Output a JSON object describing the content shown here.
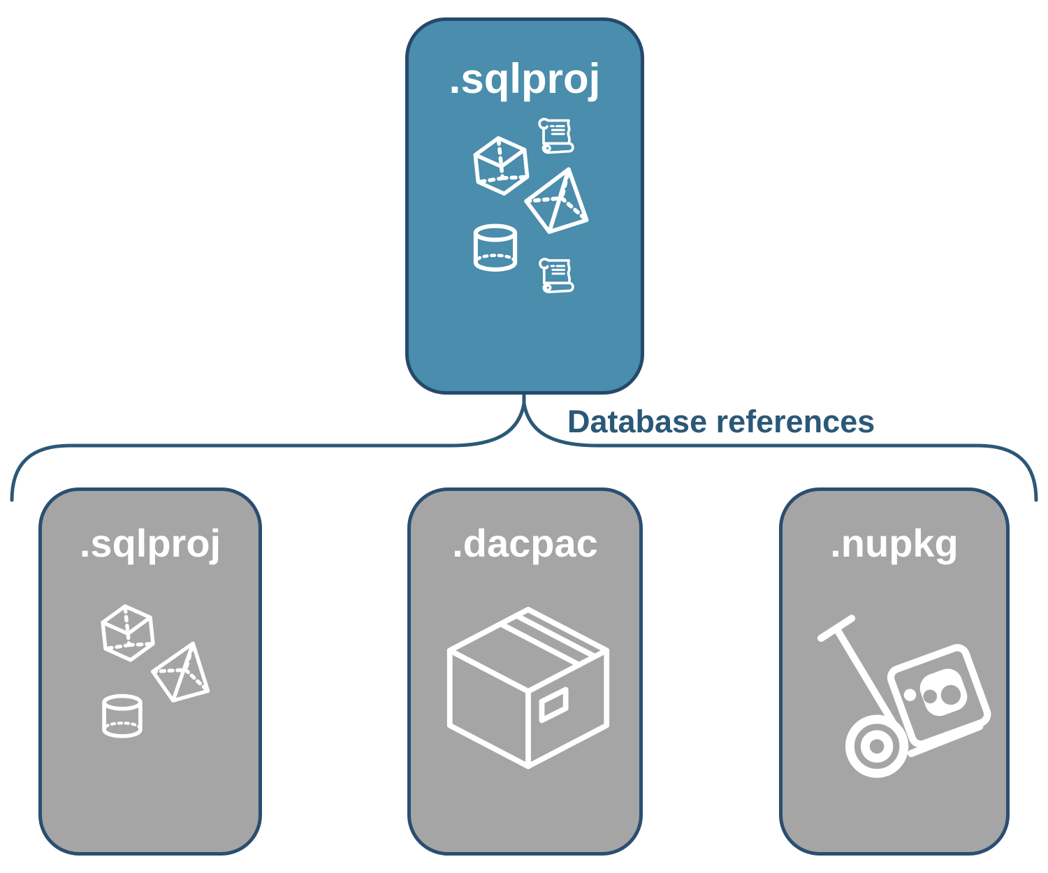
{
  "connector": {
    "label": "Database references"
  },
  "colors": {
    "parent_card_fill": "#4a8dac",
    "parent_card_border": "#26496b",
    "child_card_fill": "#a5a5a5",
    "child_card_border": "#2b4e70",
    "connector_line": "#2b5877",
    "icon_color": "#ffffff"
  },
  "parent_card": {
    "label": ".sqlproj",
    "icons": [
      "cube-icon",
      "scroll-icon",
      "pyramid-icon",
      "cylinder-icon",
      "scroll-icon"
    ]
  },
  "child_cards": [
    {
      "label": ".sqlproj",
      "icons": [
        "cube-icon",
        "pyramid-icon",
        "cylinder-icon"
      ]
    },
    {
      "label": ".dacpac",
      "icons": [
        "package-box-icon"
      ]
    },
    {
      "label": ".nupkg",
      "icons": [
        "hand-truck-package-icon"
      ]
    }
  ]
}
